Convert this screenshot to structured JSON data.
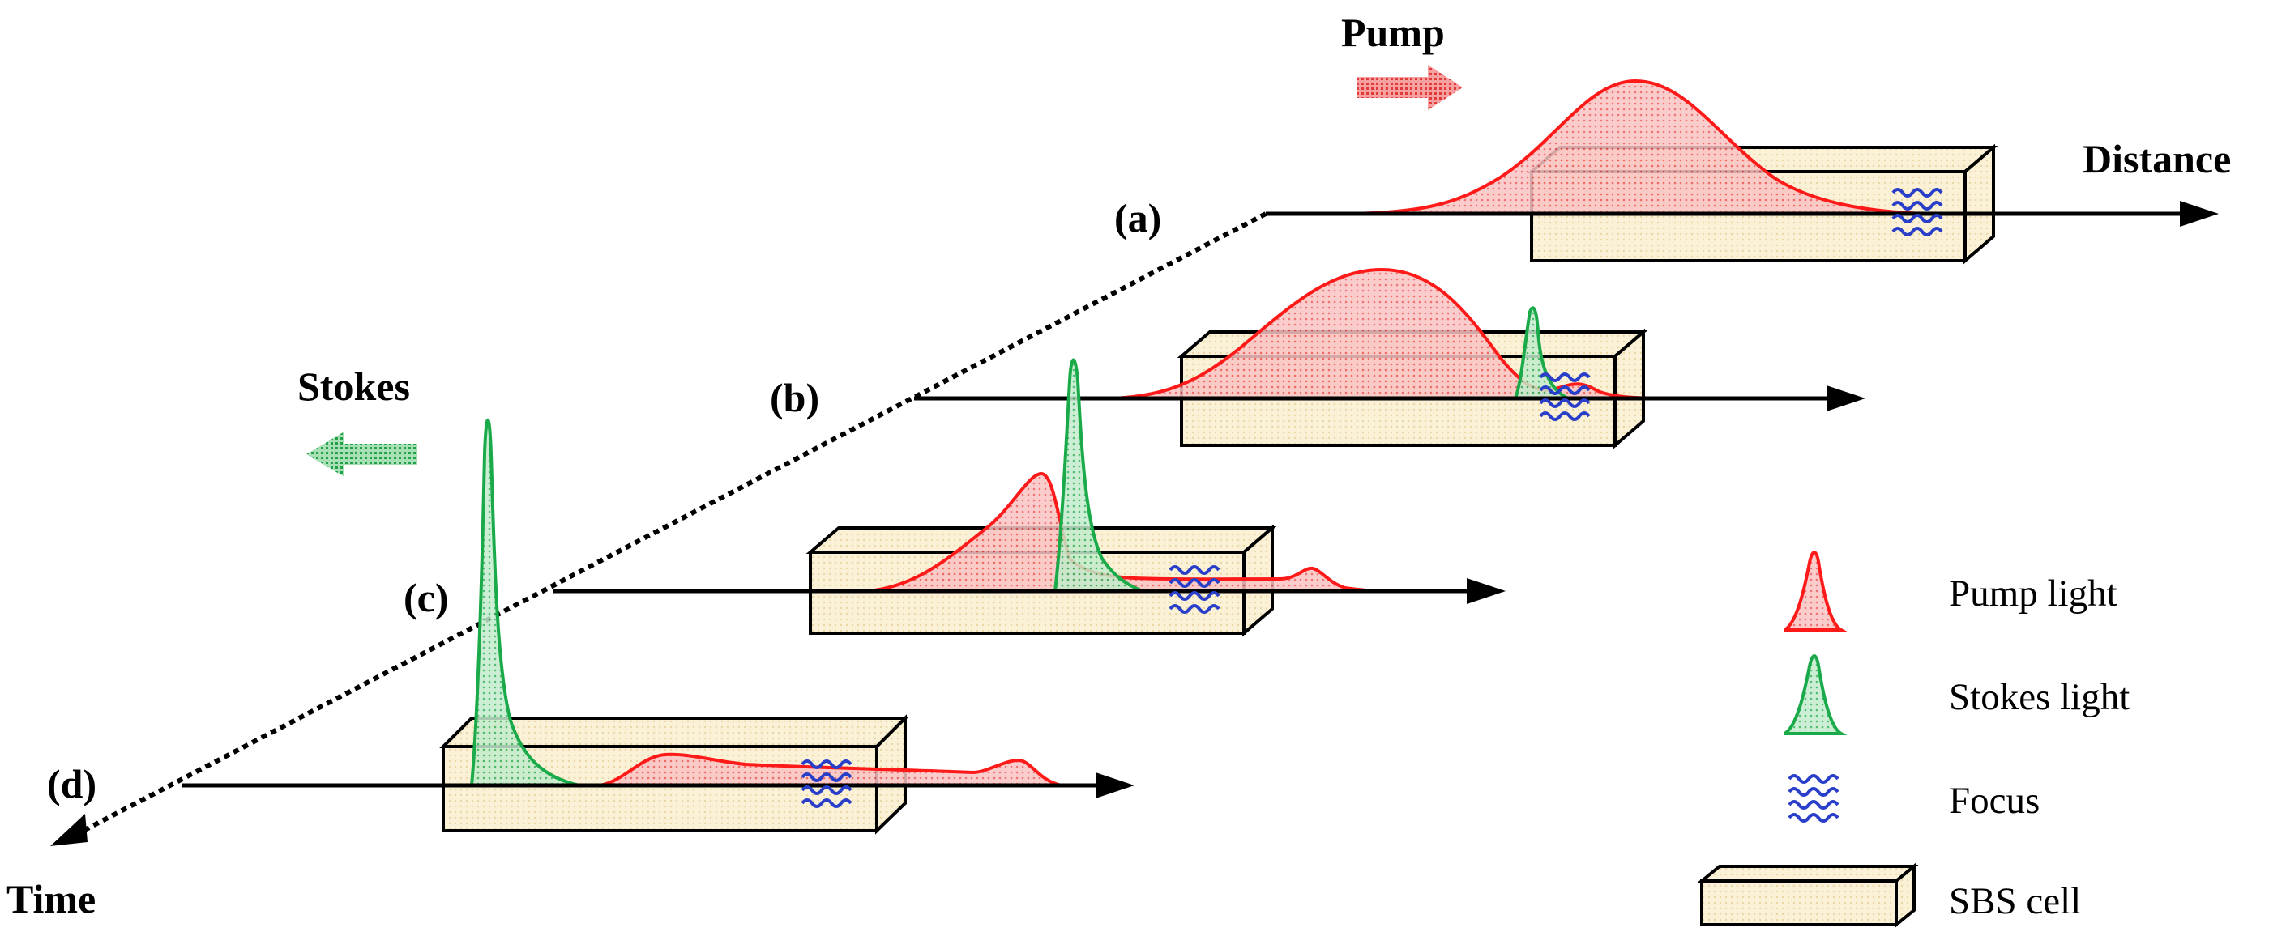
{
  "title_labels": {
    "pump": "Pump",
    "stokes": "Stokes",
    "distance": "Distance",
    "time": "Time"
  },
  "panels": {
    "a": "(a)",
    "b": "(b)",
    "c": "(c)",
    "d": "(d)"
  },
  "legend": {
    "pump_light": "Pump light",
    "stokes_light": "Stokes light",
    "focus": "Focus",
    "sbs_cell": "SBS cell"
  },
  "colors": {
    "pump": "#ff1a1a",
    "pump_fill": "#f6a9a9",
    "stokes": "#1aaa4a",
    "stokes_fill": "#9fdcaf",
    "focus": "#2a3fc9",
    "cell_fill": "#fbf1d6",
    "axis": "#000000"
  },
  "icons": {
    "pump_arrow": "right-arrow-icon",
    "stokes_arrow": "left-arrow-icon",
    "focus": "wave-icon"
  }
}
